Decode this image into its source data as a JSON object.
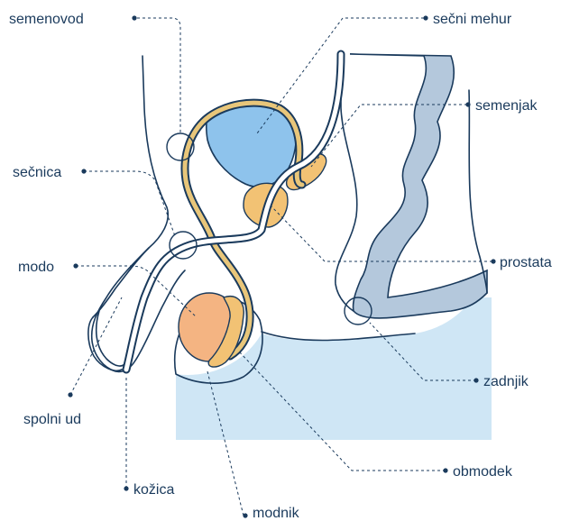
{
  "diagram": {
    "colors": {
      "outline": "#1a3a5c",
      "bladder": "#8ec3ec",
      "gland": "#f2c274",
      "testis": "#f4b482",
      "skin_area": "#cfe6f5",
      "rectum": "#b4c8dc",
      "urethra": "#ffffff",
      "vas": "#e8c67a"
    },
    "labels": {
      "semenovod": "semenovod",
      "secni_mehur": "sečni mehur",
      "semenjak": "semenjak",
      "secnica": "sečnica",
      "modo": "modo",
      "prostata": "prostata",
      "zadnjik": "zadnjik",
      "spolni_ud": "spolni ud",
      "obmodek": "obmodek",
      "kozica": "kožica",
      "modnik": "modnik"
    }
  }
}
